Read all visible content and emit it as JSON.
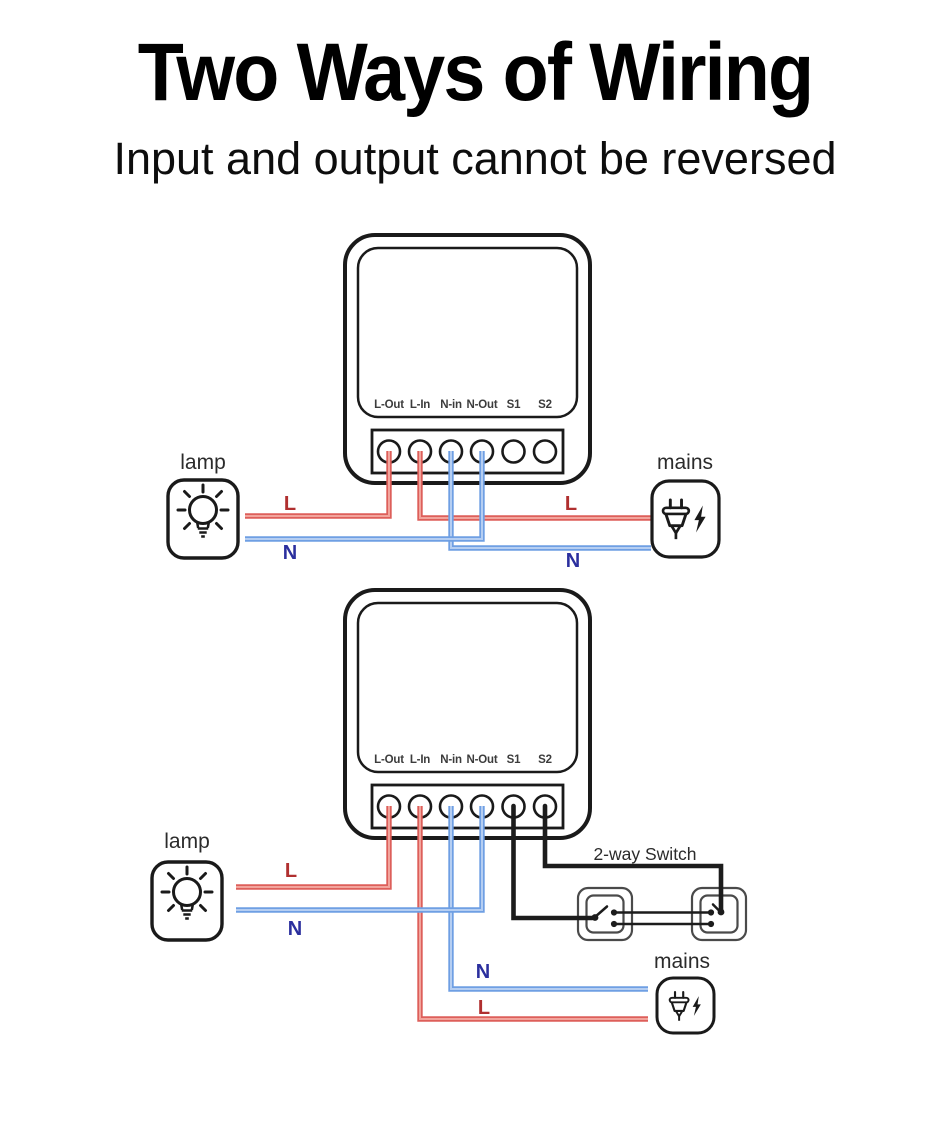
{
  "title": "Two Ways of Wiring",
  "subtitle": "Input and output cannot be reversed",
  "colors": {
    "outline": "#1a1a1a",
    "live_wire": "#dd5f5a",
    "live_core": "#f2a49c",
    "neutral_wire": "#6f9fe3",
    "neutral_core": "#b5cef2",
    "switch_wire": "#1c1c1c",
    "switch_box": "#4a4a4a",
    "live_text": "#b02f2f",
    "neutral_text": "#2b2f9e",
    "terminal_text": "#3c3c3c",
    "label_text": "#2b2b2b"
  },
  "device": {
    "terminals": [
      "L-Out",
      "L-In",
      "N-in",
      "N-Out",
      "S1",
      "S2"
    ]
  },
  "diagrams": [
    {
      "id": "direct-wiring",
      "lamp_label": "lamp",
      "mains_label": "mains",
      "lamp_live": "L",
      "lamp_neutral": "N",
      "mains_live": "L",
      "mains_neutral": "N",
      "connections": [
        {
          "terminal": "L-Out",
          "to": "lamp",
          "line": "L"
        },
        {
          "terminal": "L-In",
          "to": "mains",
          "line": "L"
        },
        {
          "terminal": "N-in",
          "to": "mains",
          "line": "N"
        },
        {
          "terminal": "N-Out",
          "to": "lamp",
          "line": "N"
        }
      ]
    },
    {
      "id": "two-way-switch-wiring",
      "lamp_label": "lamp",
      "mains_label": "mains",
      "switch_label": "2-way Switch",
      "lamp_live": "L",
      "lamp_neutral": "N",
      "mains_live": "L",
      "mains_neutral": "N",
      "connections": [
        {
          "terminal": "L-Out",
          "to": "lamp",
          "line": "L"
        },
        {
          "terminal": "L-In",
          "to": "mains",
          "line": "L"
        },
        {
          "terminal": "N-in",
          "to": "mains",
          "line": "N"
        },
        {
          "terminal": "N-Out",
          "to": "lamp",
          "line": "N"
        },
        {
          "terminal": "S1",
          "to": "switch-left",
          "line": "S1"
        },
        {
          "terminal": "S2",
          "to": "switch-right",
          "line": "S2"
        }
      ]
    }
  ]
}
